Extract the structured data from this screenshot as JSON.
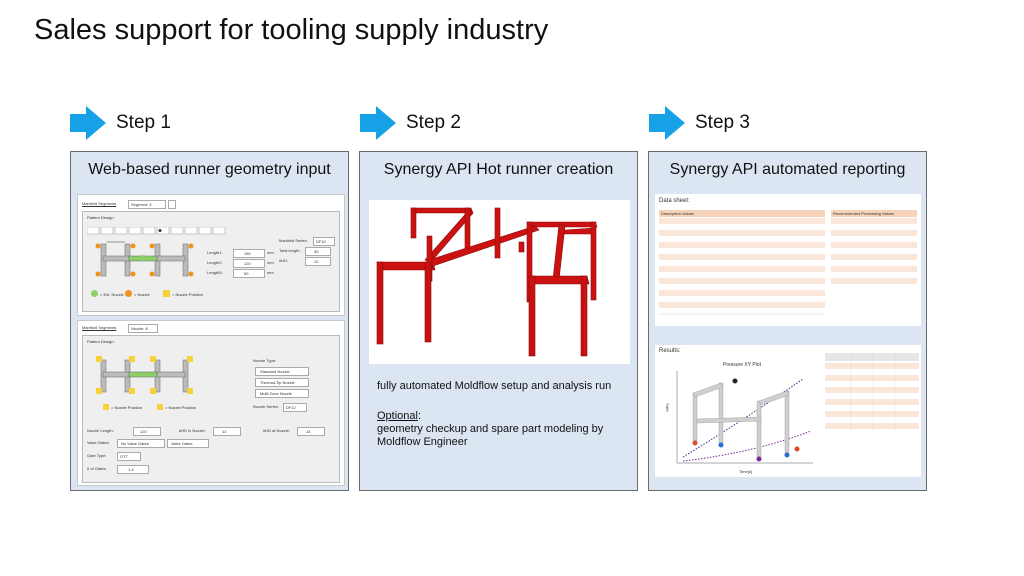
{
  "title": "Sales support for tooling supply industry",
  "steps": [
    {
      "label": "Step 1",
      "panel_title": "Web-based runner geometry input"
    },
    {
      "label": "Step 2",
      "panel_title": "Synergy API Hot runner creation",
      "description": "fully automated Moldflow setup and analysis run",
      "optional_label": "Optional",
      "optional_text": "geometry checkup and spare part modeling by Moldflow Engineer"
    },
    {
      "label": "Step 3",
      "panel_title": "Synergy API automated reporting"
    }
  ],
  "step1_form": {
    "section1": "Manifold Segments",
    "section1_select": "Segment: 3",
    "pattern_label": "Pattern Design:",
    "length1": "Length1:",
    "length1_val": "150",
    "length2": "Length2:",
    "length2_val": "120",
    "length3": "Length3:",
    "length3_val": "50",
    "manifold_series": "Manifold Series:",
    "manifold_series_val": "DF10",
    "total_length": "Total length:",
    "total_length_val": "30",
    "hd": "#HD:",
    "hd_val": "12",
    "unit": "mm",
    "legend1": "= Ext. Nozzle",
    "legend2": "= Nozzle",
    "legend3": "= Nozzle Position",
    "section2": "Manifold Segments",
    "section2_select": "Nozzle: 8",
    "pattern_label2": "Pattern Design:",
    "nozzle_type": "Nozzle Type:",
    "opt1": "Standard Nozzle",
    "opt2": "Thermal-Tip Nozzle",
    "opt3": "Multi Zone Nozzle",
    "nozzle_series": "Nozzle Series:",
    "nozzle_series_val": "DF12",
    "nozzle_length": "Nozzle Length:",
    "nozzle_length_val": "120",
    "hd_nozzle": "#HD in Nozzle:",
    "hd_nozzle_val": "12",
    "hd2_nozzle": "#HD at Nozzle:",
    "hd2_nozzle_val": "14",
    "valve_gates": "Valve Gates:",
    "vg1": "No Valve Gates",
    "vg2": "Valve Gates",
    "gate_type": "Gate Type:",
    "gate_type_val": "OTT",
    "num_gates": "# of Gates:",
    "num_gates_val": "1.4",
    "pos_label": "= Nozzle Position"
  },
  "step3_report": {
    "datasheet_label": "Data sheet:",
    "desc_header": "Description Values",
    "rec_header": "Recommended Processing Values",
    "results_label": "Results:",
    "plot_title": "Pressure XY Plot",
    "xaxis": "Time[s]",
    "yaxis": "MPa"
  },
  "colors": {
    "arrow": "#17a2e8",
    "panel_bg": "#dce6f2",
    "runner": "#cc1111"
  }
}
